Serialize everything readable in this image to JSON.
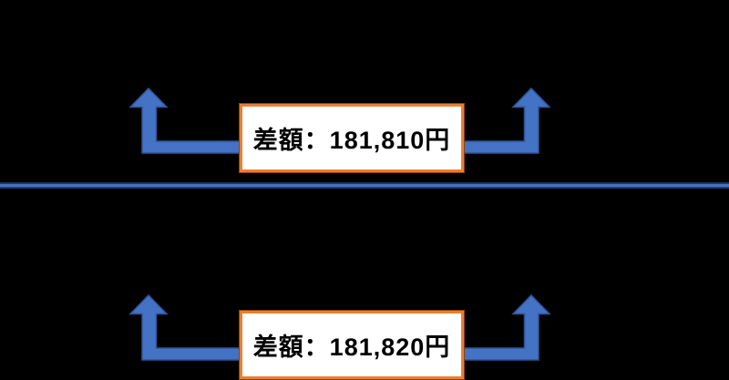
{
  "boxes": {
    "top": {
      "text": "差額：181,810円"
    },
    "bottom": {
      "text": "差額：181,820円"
    }
  },
  "arrows": {
    "direction": "up",
    "count": 4,
    "style": "elbow-connector"
  },
  "colors": {
    "background": "#000000",
    "arrow_fill": "#4472C4",
    "arrow_stroke": "#2F5496",
    "divider_dark": "#1B335F",
    "divider_light": "#4472C4",
    "box_border": "#ED7D31",
    "box_background": "#FFFFFF",
    "text_color": "#000000"
  }
}
